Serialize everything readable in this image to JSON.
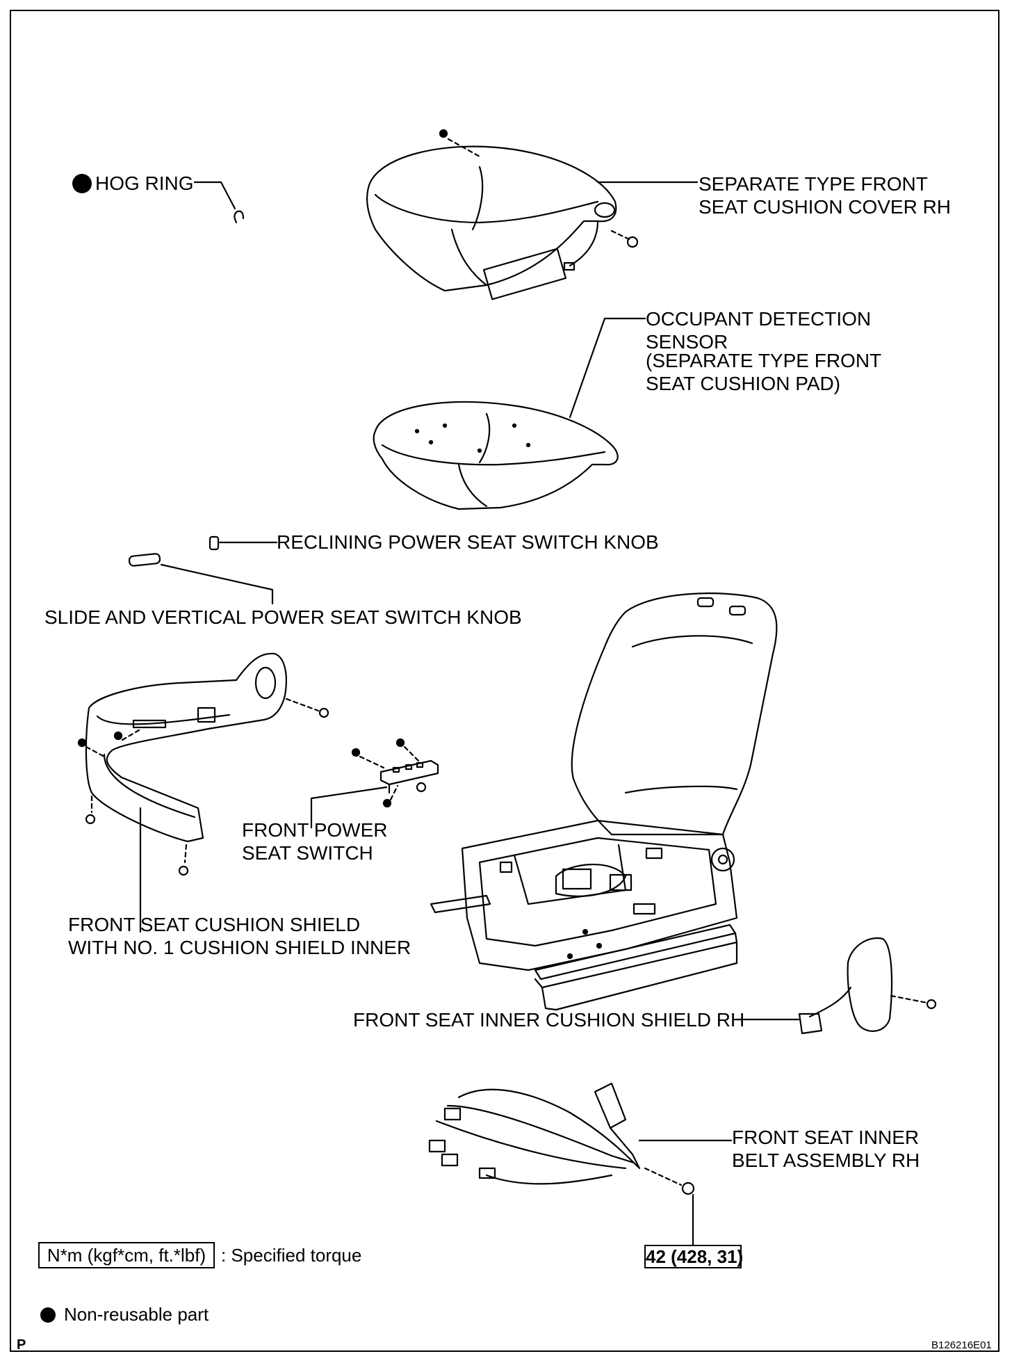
{
  "labels": {
    "hog_ring": "HOG RING",
    "cushion_cover_1": "SEPARATE TYPE FRONT",
    "cushion_cover_2": "SEAT CUSHION COVER RH",
    "occupant_1": "OCCUPANT DETECTION",
    "occupant_2": "SENSOR",
    "occupant_3": "(SEPARATE TYPE FRONT",
    "occupant_4": "SEAT CUSHION PAD)",
    "reclining_knob": "RECLINING POWER SEAT SWITCH KNOB",
    "slide_knob": "SLIDE AND VERTICAL POWER SEAT SWITCH KNOB",
    "power_switch_1": "FRONT POWER",
    "power_switch_2": "SEAT SWITCH",
    "shield_1": "FRONT SEAT CUSHION SHIELD",
    "shield_2": "WITH NO. 1 CUSHION SHIELD INNER",
    "inner_shield": "FRONT SEAT INNER CUSHION SHIELD RH",
    "belt_1": "FRONT SEAT INNER",
    "belt_2": "BELT ASSEMBLY RH",
    "torque_value": "42 (428, 31)"
  },
  "legend": {
    "torque_box": "N*m (kgf*cm, ft.*lbf)",
    "torque_text": ": Specified torque",
    "nonreusable_text": "Non-reusable part"
  },
  "footer": {
    "page_code": "P",
    "figure_id": "B126216E01"
  },
  "colors": {
    "ink": "#000000",
    "paper": "#ffffff"
  }
}
